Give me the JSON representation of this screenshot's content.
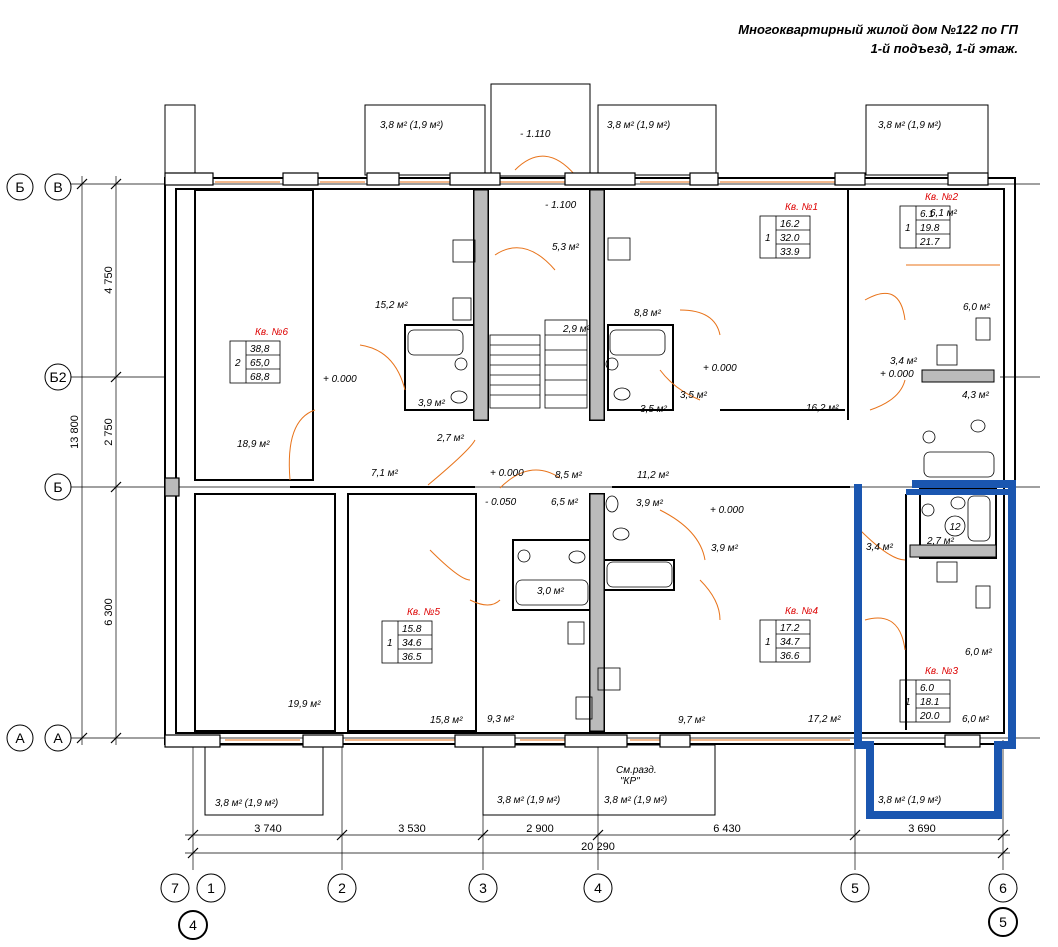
{
  "title": {
    "line1": "Многоквартирный жилой дом №122 по ГП",
    "line2": "1-й подъезд, 1-й этаж."
  },
  "axes": {
    "horizontal": [
      {
        "pair": [
          "Б",
          "В"
        ]
      },
      {
        "pair": [
          "Б2"
        ]
      },
      {
        "pair": [
          "Б"
        ]
      },
      {
        "pair": [
          "А",
          "А"
        ]
      }
    ],
    "vertical": [
      "7",
      "1",
      "2",
      "3",
      "4",
      "5",
      "6"
    ],
    "extra": [
      "4",
      "5"
    ]
  },
  "dimensions": {
    "bottom": [
      "3 740",
      "3 530",
      "2 900",
      "6 430",
      "3 690"
    ],
    "total": "20 290",
    "left": [
      "4 750",
      "2 750",
      "6 300"
    ],
    "left_total": "13 800"
  },
  "levels": [
    "- 1.110",
    "- 1.100",
    "+ 0.000",
    "+ 0.000",
    "+ 0.000",
    "+ 0.000",
    "- 0.050",
    "+ 0.000"
  ],
  "section_note": {
    "l1": "См.разд.",
    "l2": "\"КР\""
  },
  "balcony": "3,8 м² (1,9 м²)",
  "room_areas": [
    "15,2 м²",
    "18,9 м²",
    "3,9 м²",
    "2,7 м²",
    "7,1 м²",
    "5,3 м²",
    "2,9 м²",
    "8,8 м²",
    "3,5 м²",
    "3,5 м²",
    "16,2 м²",
    "6,1 м²",
    "6,0 м²",
    "3,4 м²",
    "4,3 м²",
    "8,5 м²",
    "11,2 м²",
    "6,5 м²",
    "3,9 м²",
    "3,9 м²",
    "3,0 м²",
    "3,4 м²",
    "2,7 м²",
    "6,0 м²",
    "19,9 м²",
    "15,8 м²",
    "9,3 м²",
    "9,7 м²",
    "17,2 м²",
    "6,0 м²"
  ],
  "apartments": [
    {
      "label": "Кв. №6",
      "rooms": "2",
      "vals": [
        "38,8",
        "65,0",
        "68,8"
      ]
    },
    {
      "label": "Кв. №1",
      "rooms": "1",
      "vals": [
        "16.2",
        "32.0",
        "33.9"
      ]
    },
    {
      "label": "Кв. №2",
      "rooms": "1",
      "vals": [
        "6.1",
        "19.8",
        "21.7"
      ]
    },
    {
      "label": "Кв. №5",
      "rooms": "1",
      "vals": [
        "15.8",
        "34.6",
        "36.5"
      ]
    },
    {
      "label": "Кв. №4",
      "rooms": "1",
      "vals": [
        "17.2",
        "34.7",
        "36.6"
      ]
    },
    {
      "label": "Кв. №3",
      "rooms": "1",
      "vals": [
        "6.0",
        "18.1",
        "20.0"
      ]
    }
  ],
  "marker": "12",
  "colors": {
    "wall": "#000000",
    "door": "#e8731a",
    "highlight": "#1a56b0"
  }
}
